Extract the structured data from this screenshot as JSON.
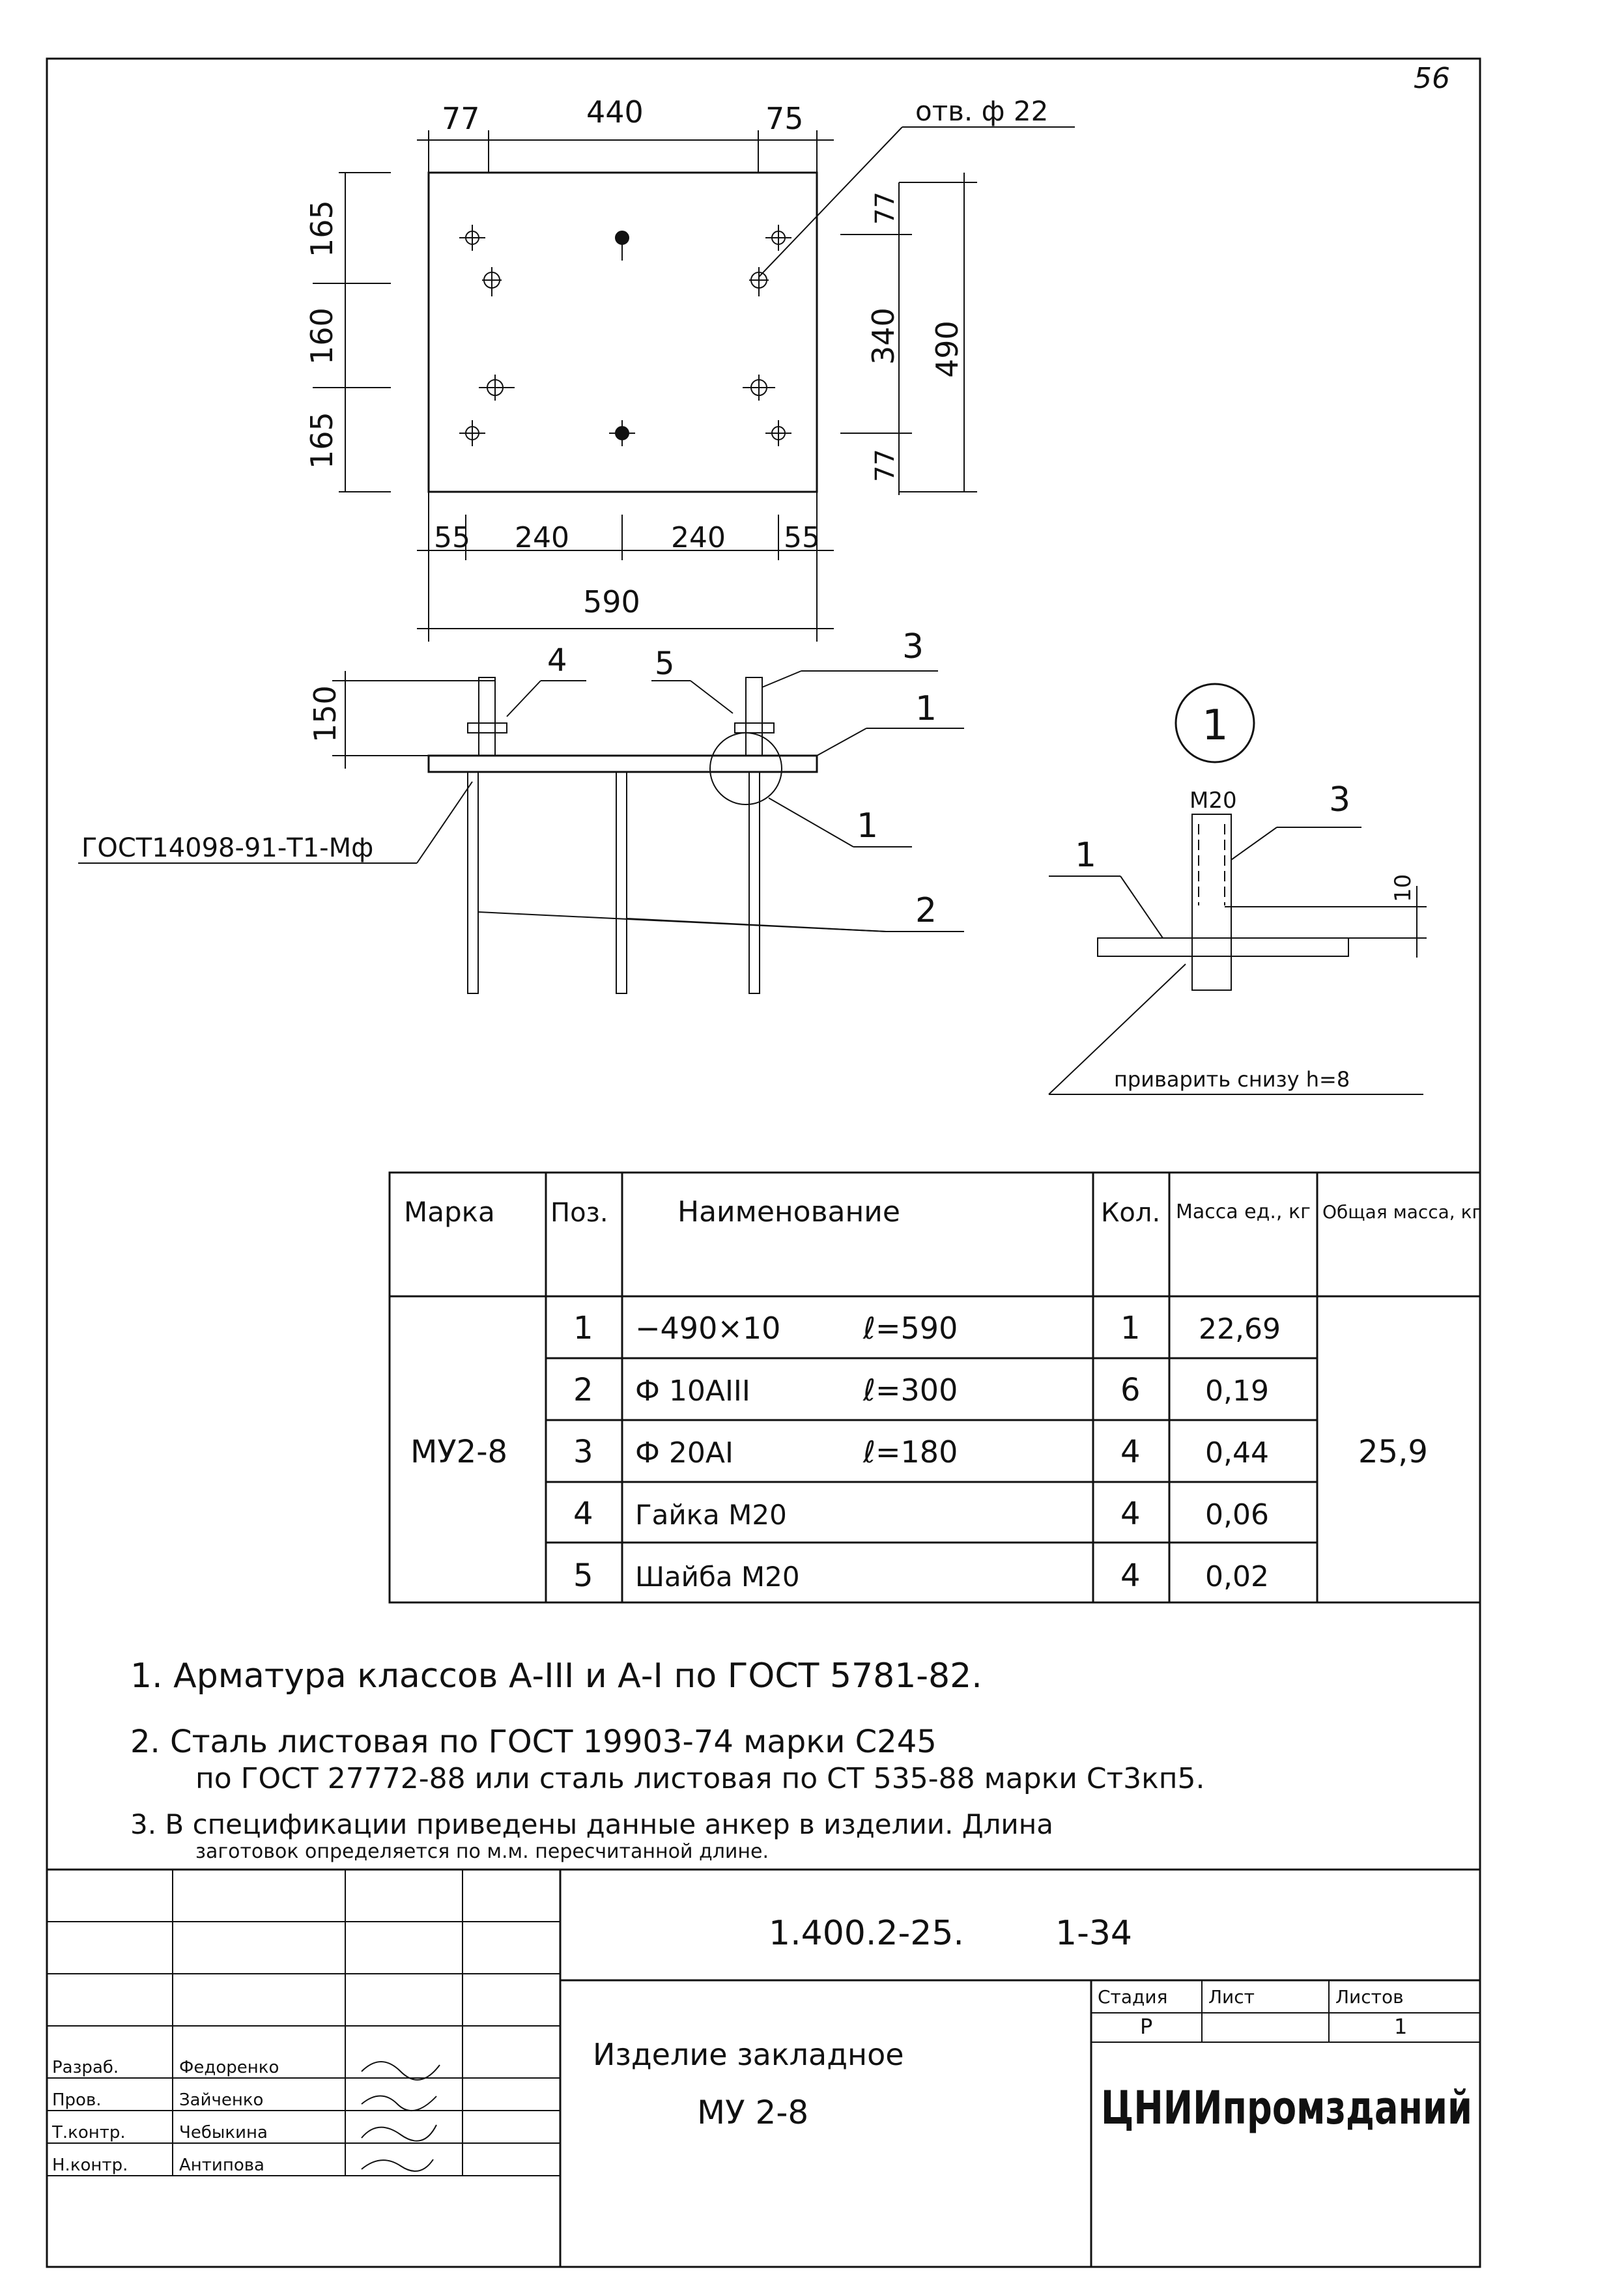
{
  "page_number": "56",
  "plan_view": {
    "dims_top": [
      "77",
      "440",
      "75"
    ],
    "hole_callout": "отв. ф 22",
    "dims_left": [
      "165",
      "160",
      "165"
    ],
    "dims_right_inner": [
      "77",
      "340",
      "77"
    ],
    "dim_right_outer": "490",
    "dims_bottom": [
      "55",
      "240",
      "240",
      "55"
    ],
    "dim_total": "590"
  },
  "elevation": {
    "dim_height": "150",
    "pos_labels": [
      "4",
      "5",
      "3",
      "1",
      "1",
      "2"
    ],
    "weld_standard": "ГОСТ14098-91-Т1-Мф"
  },
  "detail_node": {
    "number": "1",
    "thread": "М20",
    "labels": [
      "3",
      "1"
    ],
    "dim": "10",
    "weld_note": "приварить снизу h=8"
  },
  "spec_table": {
    "headers": [
      "Марка",
      "Поз.",
      "Наименование",
      "Кол.",
      "Масса ед., кг",
      "Общая масса, кг"
    ],
    "mark": "МУ2-8",
    "total_mass": "25,9",
    "rows": [
      {
        "pos": "1",
        "name": "−490×10",
        "length": "ℓ=590",
        "qty": "1",
        "mass": "22,69"
      },
      {
        "pos": "2",
        "name": "Ф 10АIII",
        "length": "ℓ=300",
        "qty": "6",
        "mass": "0,19"
      },
      {
        "pos": "3",
        "name": "Ф 20АI",
        "length": "ℓ=180",
        "qty": "4",
        "mass": "0,44"
      },
      {
        "pos": "4",
        "name": "Гайка М20",
        "length": "",
        "qty": "4",
        "mass": "0,06"
      },
      {
        "pos": "5",
        "name": "Шайба М20",
        "length": "",
        "qty": "4",
        "mass": "0,02"
      }
    ]
  },
  "notes": [
    "1. Арматура классов А-III и А-I по ГОСТ 5781-82.",
    "2. Сталь листовая по ГОСТ 19903-74 марки С245",
    "по ГОСТ 27772-88 или сталь листовая по СТ 535-88 марки Ст3кп5.",
    "3. В спецификации приведены данные анкер в изделии. Длина",
    "заготовок определяется по м.м. пересчитанной длине."
  ],
  "title_block": {
    "doc_number": "1.400.2-25.",
    "sheet_code": "1-34",
    "title_line1": "Изделие закладное",
    "title_line2": "МУ 2-8",
    "stage_header": "Стадия",
    "sheet_header": "Лист",
    "sheets_header": "Листов",
    "stage": "Р",
    "sheets_total": "1",
    "org": "ЦНИИпромзданий",
    "roles": [
      "Разраб.",
      "Пров.",
      "Т.контр.",
      "Н.контр."
    ],
    "names": [
      "Федоренко",
      "Зайченко",
      "Чебыкина",
      "Антипова"
    ]
  }
}
